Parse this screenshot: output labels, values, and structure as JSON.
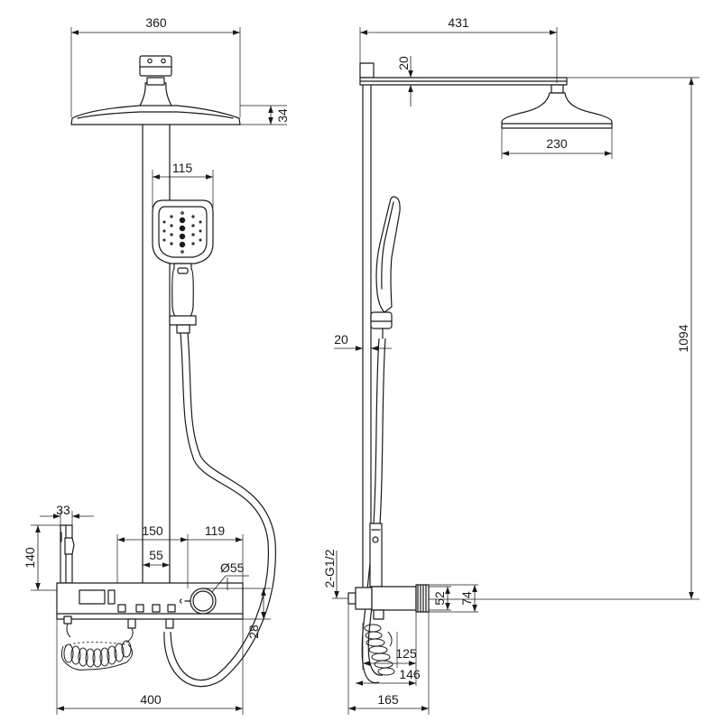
{
  "front_view": {
    "dimensions": {
      "head_width": "360",
      "head_height": "34",
      "handshower_width": "115",
      "shelf_depth": "33",
      "shelf_height": "140",
      "panel_spacing": "150",
      "panel_offset": "119",
      "center_small": "55",
      "knob_diameter": "Ø55",
      "bottom_height": "28",
      "overall_width": "400"
    }
  },
  "side_view": {
    "dimensions": {
      "arm_reach": "431",
      "arm_drop": "20",
      "head_diameter": "230",
      "pipe_offset": "20",
      "overall_height": "1094",
      "thread": "2-G1/2",
      "inlet_height": "52",
      "body_height": "74",
      "depth_125": "125",
      "depth_146": "146",
      "depth_165": "165"
    }
  }
}
